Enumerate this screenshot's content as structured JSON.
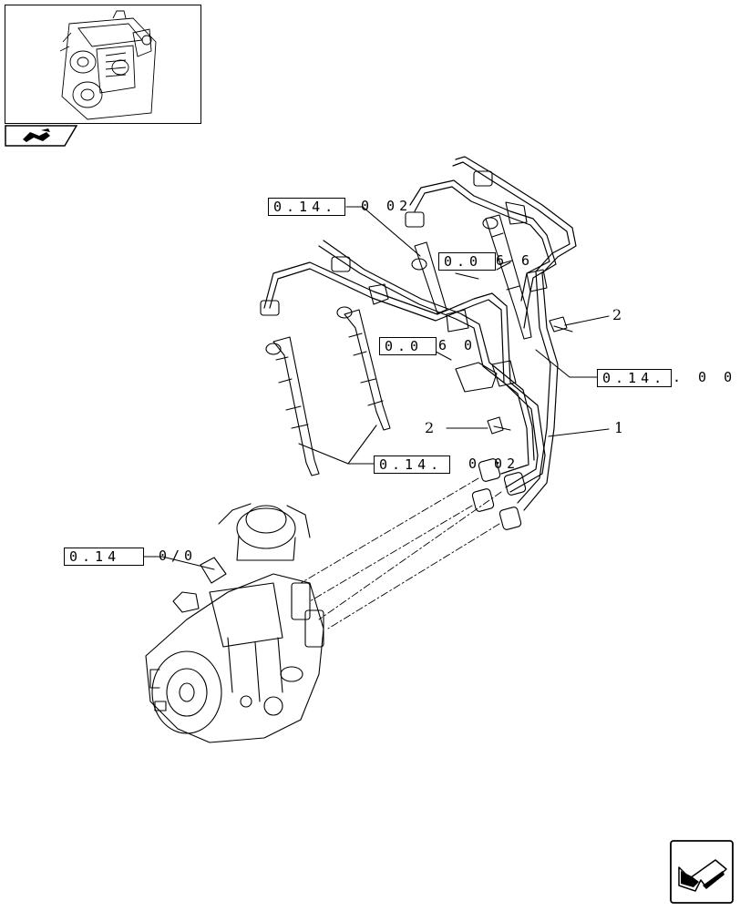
{
  "references": [
    {
      "box": "0.14.",
      "suffix": "0 02"
    },
    {
      "box": "0.0",
      "suffix": "6 6"
    },
    {
      "box": "0.0",
      "suffix": "6 0"
    },
    {
      "box": "0.14.",
      "suffix": ". 0 0"
    },
    {
      "box": "0.14.",
      "suffix": "0 02"
    },
    {
      "box": "0.14",
      "suffix": "0/0"
    }
  ],
  "callouts": [
    "2",
    "2",
    "1"
  ],
  "icons": {
    "thumbnail": "engine-thumbnail-icon",
    "tab": "engine-tab-icon",
    "next": "next-page-arrow-icon"
  }
}
